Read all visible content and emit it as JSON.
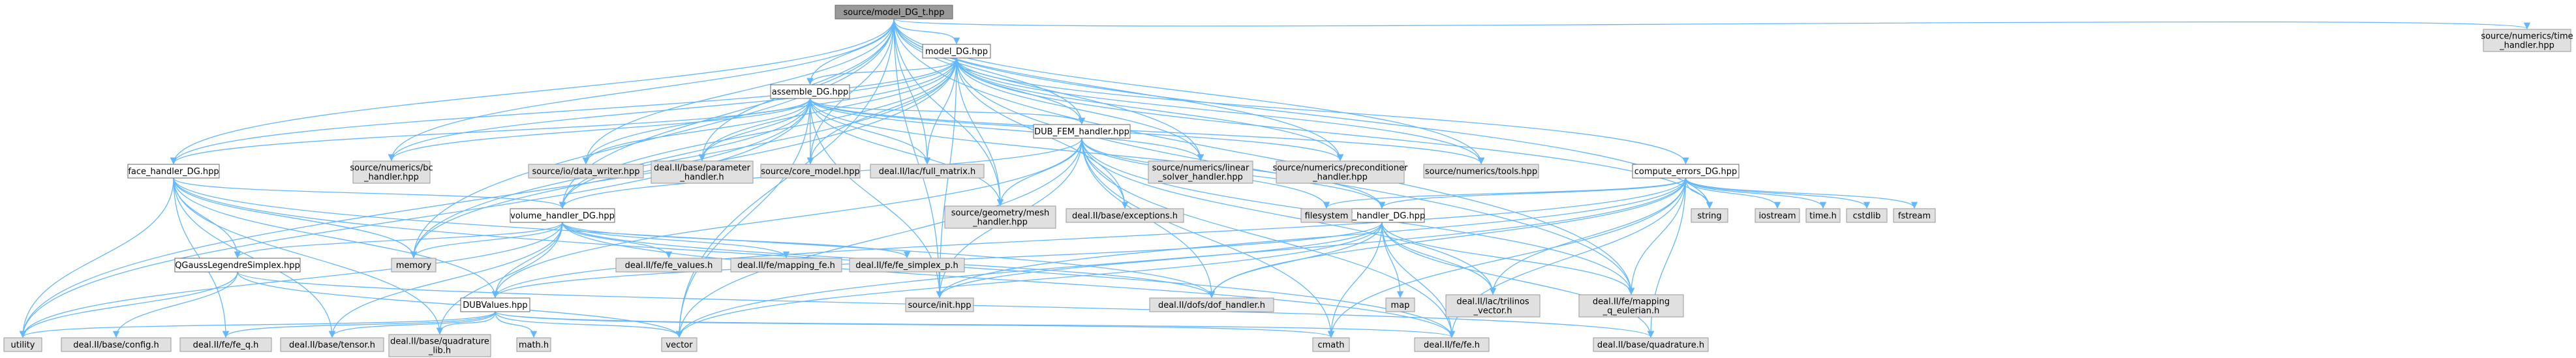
{
  "title": "",
  "nodes": [
    {
      "id": "root",
      "kind": "root",
      "lines": [
        "source/model_DG_t.hpp"
      ]
    },
    {
      "id": "model_dg",
      "kind": "internal",
      "lines": [
        "model_DG.hpp"
      ]
    },
    {
      "id": "assemble_dg",
      "kind": "internal",
      "lines": [
        "assemble_DG.hpp"
      ]
    },
    {
      "id": "dub_fem",
      "kind": "internal",
      "lines": [
        "DUB_FEM_handler.hpp"
      ]
    },
    {
      "id": "face_handler",
      "kind": "internal",
      "lines": [
        "face_handler_DG.hpp"
      ]
    },
    {
      "id": "volume_handler",
      "kind": "internal",
      "lines": [
        "volume_handler_DG.hpp"
      ]
    },
    {
      "id": "compute_errors",
      "kind": "internal",
      "lines": [
        "compute_errors_DG.hpp"
      ]
    },
    {
      "id": "dof_handler_dg",
      "kind": "internal",
      "lines": [
        "dof_handler_DG.hpp"
      ]
    },
    {
      "id": "qgauss",
      "kind": "internal",
      "lines": [
        "QGaussLegendreSimplex.hpp"
      ]
    },
    {
      "id": "dubvalues",
      "kind": "internal",
      "lines": [
        "DUBValues.hpp"
      ]
    },
    {
      "id": "time_handler",
      "kind": "external",
      "lines": [
        "source/numerics/time",
        "_handler.hpp"
      ]
    },
    {
      "id": "bc_handler",
      "kind": "external",
      "lines": [
        "source/numerics/bc",
        "_handler.hpp"
      ]
    },
    {
      "id": "io_writer",
      "kind": "external",
      "lines": [
        "source/io/data_writer.hpp"
      ]
    },
    {
      "id": "param_handler",
      "kind": "external",
      "lines": [
        "deal.II/base/parameter",
        "_handler.h"
      ]
    },
    {
      "id": "core_model",
      "kind": "external",
      "lines": [
        "source/core_model.hpp"
      ]
    },
    {
      "id": "full_matrix",
      "kind": "external",
      "lines": [
        "deal.II/lac/full_matrix.h"
      ]
    },
    {
      "id": "lin_solver",
      "kind": "external",
      "lines": [
        "source/numerics/linear",
        "_solver_handler.hpp"
      ]
    },
    {
      "id": "precond",
      "kind": "external",
      "lines": [
        "source/numerics/preconditioner",
        "_handler.hpp"
      ]
    },
    {
      "id": "tools",
      "kind": "external",
      "lines": [
        "source/numerics/tools.hpp"
      ]
    },
    {
      "id": "geom_mesh",
      "kind": "external",
      "lines": [
        "source/geometry/mesh",
        "_handler.hpp"
      ]
    },
    {
      "id": "exceptions",
      "kind": "external",
      "lines": [
        "deal.II/base/exceptions.h"
      ]
    },
    {
      "id": "filesystem",
      "kind": "external",
      "lines": [
        "filesystem"
      ]
    },
    {
      "id": "string",
      "kind": "external",
      "lines": [
        "string"
      ]
    },
    {
      "id": "iostream",
      "kind": "external",
      "lines": [
        "iostream"
      ]
    },
    {
      "id": "time_h",
      "kind": "external",
      "lines": [
        "time.h"
      ]
    },
    {
      "id": "cstdlib",
      "kind": "external",
      "lines": [
        "cstdlib"
      ]
    },
    {
      "id": "fstream",
      "kind": "external",
      "lines": [
        "fstream"
      ]
    },
    {
      "id": "memory",
      "kind": "external",
      "lines": [
        "memory"
      ]
    },
    {
      "id": "fe_values",
      "kind": "external",
      "lines": [
        "deal.II/fe/fe_values.h"
      ]
    },
    {
      "id": "mapping_fe",
      "kind": "external",
      "lines": [
        "deal.II/fe/mapping_fe.h"
      ]
    },
    {
      "id": "fe_simplex",
      "kind": "external",
      "lines": [
        "deal.II/fe/fe_simplex_p.h"
      ]
    },
    {
      "id": "source_init",
      "kind": "external",
      "lines": [
        "source/init.hpp"
      ]
    },
    {
      "id": "dof_handler_h",
      "kind": "external",
      "lines": [
        "deal.II/dofs/dof_handler.h"
      ]
    },
    {
      "id": "map",
      "kind": "external",
      "lines": [
        "map"
      ]
    },
    {
      "id": "trilinos",
      "kind": "external",
      "lines": [
        "deal.II/lac/trilinos",
        "_vector.h"
      ]
    },
    {
      "id": "mapping_q",
      "kind": "external",
      "lines": [
        "deal.II/fe/mapping",
        "_q_eulerian.h"
      ]
    },
    {
      "id": "utility",
      "kind": "external",
      "lines": [
        "utility"
      ]
    },
    {
      "id": "config",
      "kind": "external",
      "lines": [
        "deal.II/base/config.h"
      ]
    },
    {
      "id": "fe_q",
      "kind": "external",
      "lines": [
        "deal.II/fe/fe_q.h"
      ]
    },
    {
      "id": "tensor",
      "kind": "external",
      "lines": [
        "deal.II/base/tensor.h"
      ]
    },
    {
      "id": "quad_lib",
      "kind": "external",
      "lines": [
        "deal.II/base/quadrature",
        "_lib.h"
      ]
    },
    {
      "id": "math_h",
      "kind": "external",
      "lines": [
        "math.h"
      ]
    },
    {
      "id": "vector",
      "kind": "external",
      "lines": [
        "vector"
      ]
    },
    {
      "id": "cmath",
      "kind": "external",
      "lines": [
        "cmath"
      ]
    },
    {
      "id": "fe_h",
      "kind": "external",
      "lines": [
        "deal.II/fe/fe.h"
      ]
    },
    {
      "id": "quadrature",
      "kind": "external",
      "lines": [
        "deal.II/base/quadrature.h"
      ]
    }
  ],
  "edges": [
    [
      "root",
      "model_dg"
    ],
    [
      "root",
      "assemble_dg"
    ],
    [
      "root",
      "dub_fem"
    ],
    [
      "root",
      "face_handler"
    ],
    [
      "root",
      "volume_handler"
    ],
    [
      "root",
      "time_handler"
    ],
    [
      "root",
      "bc_handler"
    ],
    [
      "root",
      "io_writer"
    ],
    [
      "root",
      "param_handler"
    ],
    [
      "root",
      "core_model"
    ],
    [
      "root",
      "full_matrix"
    ],
    [
      "root",
      "lin_solver"
    ],
    [
      "root",
      "precond"
    ],
    [
      "root",
      "tools"
    ],
    [
      "root",
      "geom_mesh"
    ],
    [
      "root",
      "string"
    ],
    [
      "root",
      "memory"
    ],
    [
      "root",
      "mapping_q"
    ],
    [
      "root",
      "source_init"
    ],
    [
      "root",
      "vector"
    ],
    [
      "model_dg",
      "assemble_dg"
    ],
    [
      "model_dg",
      "compute_errors"
    ],
    [
      "model_dg",
      "dub_fem"
    ],
    [
      "model_dg",
      "face_handler"
    ],
    [
      "model_dg",
      "volume_handler"
    ],
    [
      "model_dg",
      "bc_handler"
    ],
    [
      "model_dg",
      "io_writer"
    ],
    [
      "model_dg",
      "param_handler"
    ],
    [
      "model_dg",
      "core_model"
    ],
    [
      "model_dg",
      "full_matrix"
    ],
    [
      "model_dg",
      "lin_solver"
    ],
    [
      "model_dg",
      "precond"
    ],
    [
      "model_dg",
      "tools"
    ],
    [
      "model_dg",
      "geom_mesh"
    ],
    [
      "model_dg",
      "exceptions"
    ],
    [
      "model_dg",
      "string"
    ],
    [
      "model_dg",
      "memory"
    ],
    [
      "model_dg",
      "mapping_q"
    ],
    [
      "model_dg",
      "source_init"
    ],
    [
      "model_dg",
      "utility"
    ],
    [
      "assemble_dg",
      "dub_fem"
    ],
    [
      "assemble_dg",
      "face_handler"
    ],
    [
      "assemble_dg",
      "volume_handler"
    ],
    [
      "assemble_dg",
      "bc_handler"
    ],
    [
      "assemble_dg",
      "io_writer"
    ],
    [
      "assemble_dg",
      "param_handler"
    ],
    [
      "assemble_dg",
      "core_model"
    ],
    [
      "assemble_dg",
      "full_matrix"
    ],
    [
      "assemble_dg",
      "lin_solver"
    ],
    [
      "assemble_dg",
      "precond"
    ],
    [
      "assemble_dg",
      "tools"
    ],
    [
      "assemble_dg",
      "geom_mesh"
    ],
    [
      "assemble_dg",
      "dof_handler_dg"
    ],
    [
      "assemble_dg",
      "memory"
    ],
    [
      "assemble_dg",
      "source_init"
    ],
    [
      "assemble_dg",
      "vector"
    ],
    [
      "assemble_dg",
      "utility"
    ],
    [
      "dub_fem",
      "dof_handler_dg"
    ],
    [
      "dub_fem",
      "dubvalues"
    ],
    [
      "dub_fem",
      "volume_handler"
    ],
    [
      "dub_fem",
      "geom_mesh"
    ],
    [
      "dub_fem",
      "exceptions"
    ],
    [
      "dub_fem",
      "filesystem"
    ],
    [
      "dub_fem",
      "source_init"
    ],
    [
      "dub_fem",
      "dof_handler_h"
    ],
    [
      "dub_fem",
      "trilinos"
    ],
    [
      "dub_fem",
      "mapping_q"
    ],
    [
      "dub_fem",
      "vector"
    ],
    [
      "dub_fem",
      "cmath"
    ],
    [
      "dub_fem",
      "fe_h"
    ],
    [
      "face_handler",
      "volume_handler"
    ],
    [
      "face_handler",
      "qgauss"
    ],
    [
      "face_handler",
      "dubvalues"
    ],
    [
      "face_handler",
      "memory"
    ],
    [
      "face_handler",
      "utility"
    ],
    [
      "face_handler",
      "fe_q"
    ],
    [
      "face_handler",
      "tensor"
    ],
    [
      "face_handler",
      "quad_lib"
    ],
    [
      "face_handler",
      "fe_h"
    ],
    [
      "face_handler",
      "dof_handler_h"
    ],
    [
      "volume_handler",
      "qgauss"
    ],
    [
      "volume_handler",
      "dubvalues"
    ],
    [
      "volume_handler",
      "memory"
    ],
    [
      "volume_handler",
      "fe_values"
    ],
    [
      "volume_handler",
      "mapping_fe"
    ],
    [
      "volume_handler",
      "fe_simplex"
    ],
    [
      "volume_handler",
      "dof_handler_h"
    ],
    [
      "volume_handler",
      "tensor"
    ],
    [
      "volume_handler",
      "quad_lib"
    ],
    [
      "volume_handler",
      "utility"
    ],
    [
      "volume_handler",
      "fe_h"
    ],
    [
      "compute_errors",
      "dof_handler_dg"
    ],
    [
      "compute_errors",
      "dubvalues"
    ],
    [
      "compute_errors",
      "string"
    ],
    [
      "compute_errors",
      "iostream"
    ],
    [
      "compute_errors",
      "time_h"
    ],
    [
      "compute_errors",
      "cstdlib"
    ],
    [
      "compute_errors",
      "fstream"
    ],
    [
      "compute_errors",
      "filesystem"
    ],
    [
      "compute_errors",
      "source_init"
    ],
    [
      "compute_errors",
      "trilinos"
    ],
    [
      "compute_errors",
      "mapping_q"
    ],
    [
      "compute_errors",
      "vector"
    ],
    [
      "compute_errors",
      "cmath"
    ],
    [
      "compute_errors",
      "fe_h"
    ],
    [
      "compute_errors",
      "quadrature"
    ],
    [
      "compute_errors",
      "dof_handler_h"
    ],
    [
      "dof_handler_dg",
      "dubvalues"
    ],
    [
      "dof_handler_dg",
      "source_init"
    ],
    [
      "dof_handler_dg",
      "dof_handler_h"
    ],
    [
      "dof_handler_dg",
      "map"
    ],
    [
      "dof_handler_dg",
      "trilinos"
    ],
    [
      "dof_handler_dg",
      "mapping_q"
    ],
    [
      "dof_handler_dg",
      "vector"
    ],
    [
      "dof_handler_dg",
      "cmath"
    ],
    [
      "dof_handler_dg",
      "fe_h"
    ],
    [
      "dof_handler_dg",
      "quadrature"
    ],
    [
      "qgauss",
      "config"
    ],
    [
      "qgauss",
      "quadrature"
    ],
    [
      "qgauss",
      "utility"
    ],
    [
      "qgauss",
      "vector"
    ],
    [
      "dubvalues",
      "utility"
    ],
    [
      "dubvalues",
      "fe_q"
    ],
    [
      "dubvalues",
      "tensor"
    ],
    [
      "dubvalues",
      "quad_lib"
    ],
    [
      "dubvalues",
      "math_h"
    ],
    [
      "dubvalues",
      "vector"
    ],
    [
      "dubvalues",
      "cmath"
    ],
    [
      "dubvalues",
      "fe_h"
    ]
  ]
}
